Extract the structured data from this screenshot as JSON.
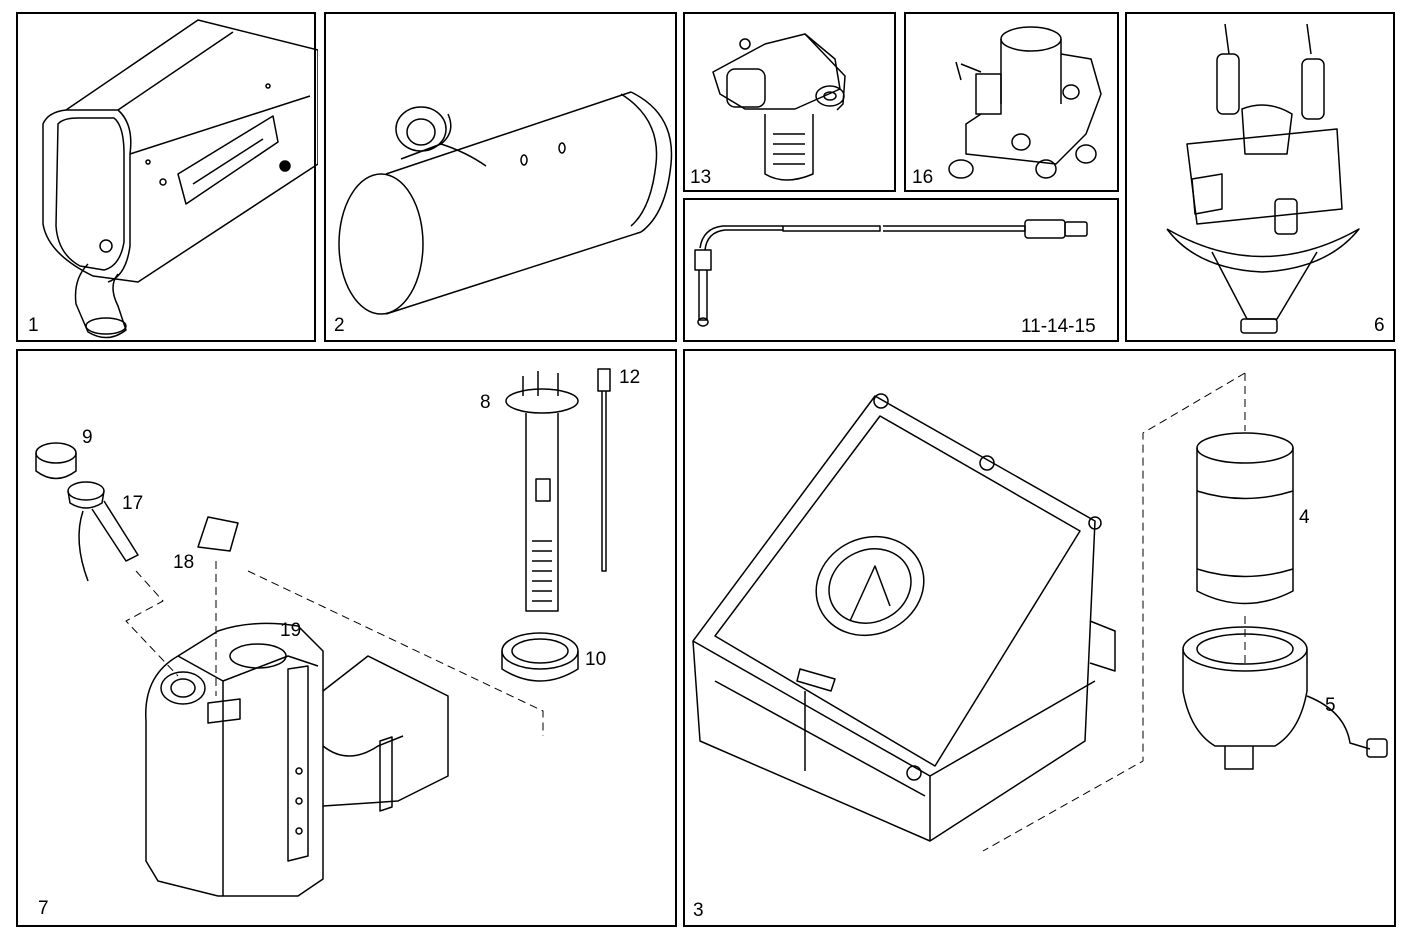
{
  "panels": [
    {
      "label": "1"
    },
    {
      "label": "2"
    },
    {
      "label": "13"
    },
    {
      "label": "16"
    },
    {
      "label": "6"
    },
    {
      "label": "11-14-15"
    },
    {
      "label": "7"
    },
    {
      "label": "3"
    }
  ],
  "callouts": {
    "p7": [
      "8",
      "12",
      "9",
      "17",
      "18",
      "19",
      "10"
    ],
    "p3": [
      "4",
      "5"
    ]
  }
}
